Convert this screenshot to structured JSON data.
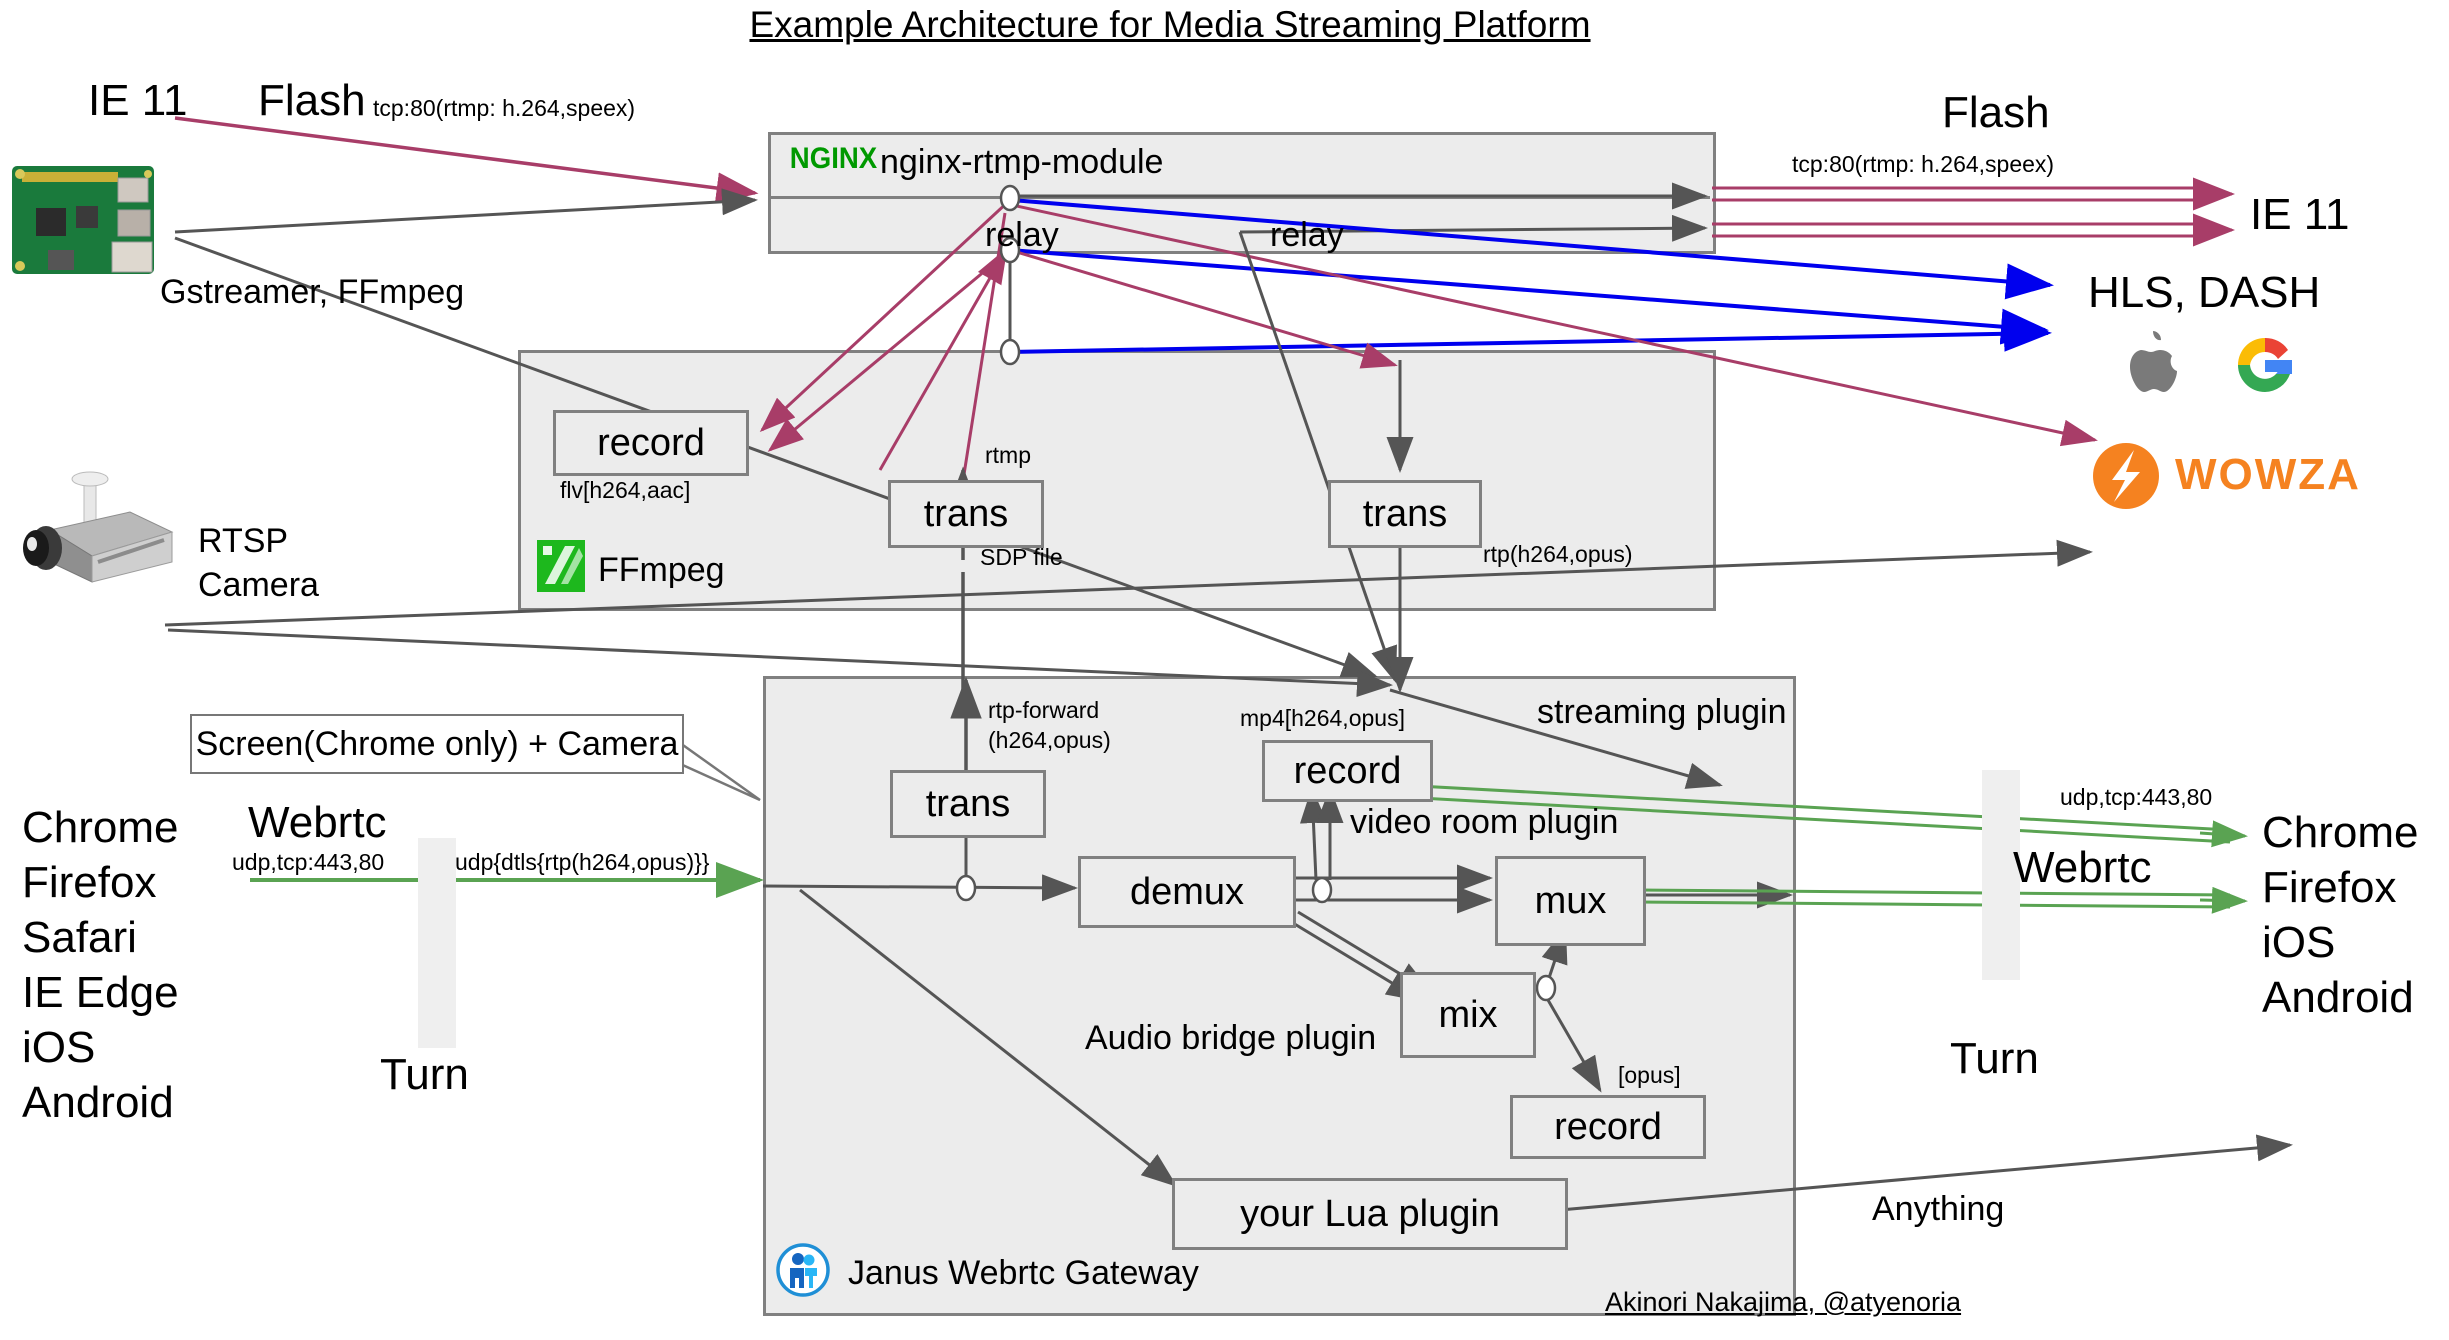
{
  "title": "Example Architecture for Media Streaming Platform",
  "credit": "Akinori Nakajima, @atyenoria",
  "left_sources": {
    "ie11": "IE 11",
    "flash": "Flash",
    "flash_proto": "tcp:80(rtmp: h.264,speex)",
    "rpi_label": "Gstreamer, FFmpeg",
    "rtsp_line1": "RTSP",
    "rtsp_line2": "Camera",
    "browsers": "Chrome\nFirefox\nSafari\nIE Edge\niOS\nAndroid",
    "webrtc": "Webrtc",
    "webrtc_proto_left": "udp,tcp:443,80",
    "webrtc_proto_right": "udp{dtls{rtp(h264,opus)}}",
    "turn": "Turn",
    "screen_callout": "Screen(Chrome only) + Camera"
  },
  "right_sinks": {
    "flash": "Flash",
    "flash_proto": "tcp:80(rtmp: h.264,speex)",
    "ie11": "IE 11",
    "hls_dash": "HLS, DASH",
    "wowza": "WOWZA",
    "webrtc": "Webrtc",
    "webrtc_proto": "udp,tcp:443,80",
    "turn": "Turn",
    "browsers": "Chrome\nFirefox\niOS\nAndroid",
    "anything": "Anything"
  },
  "nginx_group": {
    "logo": "NGINX",
    "title": "nginx-rtmp-module",
    "relay_left": "relay",
    "relay_right": "relay"
  },
  "ffmpeg_group": {
    "title": "FFmpeg",
    "record": "record",
    "record_format": "flv[h264,aac]",
    "trans_left": "trans",
    "trans_right": "trans",
    "rtmp_label": "rtmp",
    "sdp_label": "SDP file",
    "rtp_label": "rtp(h264,opus)"
  },
  "janus_group": {
    "title": "Janus Webrtc Gateway",
    "trans": "trans",
    "rtp_forward_line1": "rtp-forward",
    "rtp_forward_line2": "(h264,opus)",
    "demux": "demux",
    "mux": "mux",
    "mix": "mix",
    "record_top": "record",
    "record_top_format": "mp4[h264,opus]",
    "record_bottom": "record",
    "record_bottom_format": "[opus]",
    "lua_plugin": "your Lua plugin",
    "video_room_plugin": "video room plugin",
    "audio_bridge_plugin": "Audio bridge plugin",
    "streaming_plugin": "streaming plugin"
  },
  "colors": {
    "rtmp_pink": "#a83d68",
    "hls_blue": "#0000ee",
    "webrtc_green": "#5aa352",
    "arrow_gray": "#555555",
    "box_fill": "#ececec",
    "box_stroke": "#808080",
    "nginx_green": "#009900",
    "wowza_orange": "#f58220",
    "janus_blue": "#1f8fd6"
  }
}
